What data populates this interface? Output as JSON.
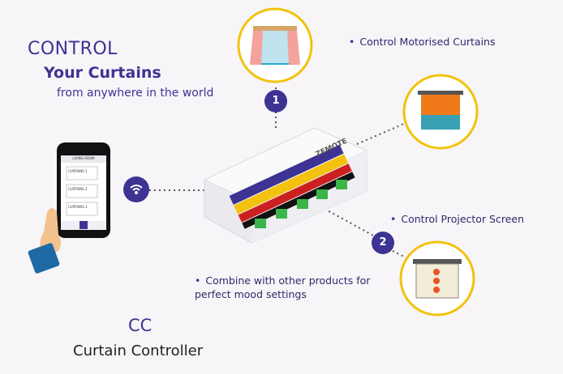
{
  "headline": {
    "line1": "CONTROL",
    "line2": "Your Curtains",
    "line3": "from anywhere in the world"
  },
  "product": {
    "code": "CC",
    "name": "Curtain Controller"
  },
  "features": [
    "Control Motorised Curtains",
    "Control Projector Screen",
    "Combine with other products for perfect mood settings"
  ],
  "steps": [
    "1",
    "2"
  ],
  "device_brand": "ZEMOTE",
  "phone_screen": {
    "header": "LIVING ROOM",
    "items": [
      "CURTAINS 1",
      "CURTAINS 2",
      "CURTAINS 3"
    ]
  },
  "colors": {
    "brand_purple": "#3d3393",
    "accent_yellow": "#f2c20e",
    "terminal_green": "#3bb54a"
  },
  "icons": [
    "wifi-icon",
    "curtains-window-icon",
    "blinds-icon",
    "projector-screen-icon"
  ]
}
